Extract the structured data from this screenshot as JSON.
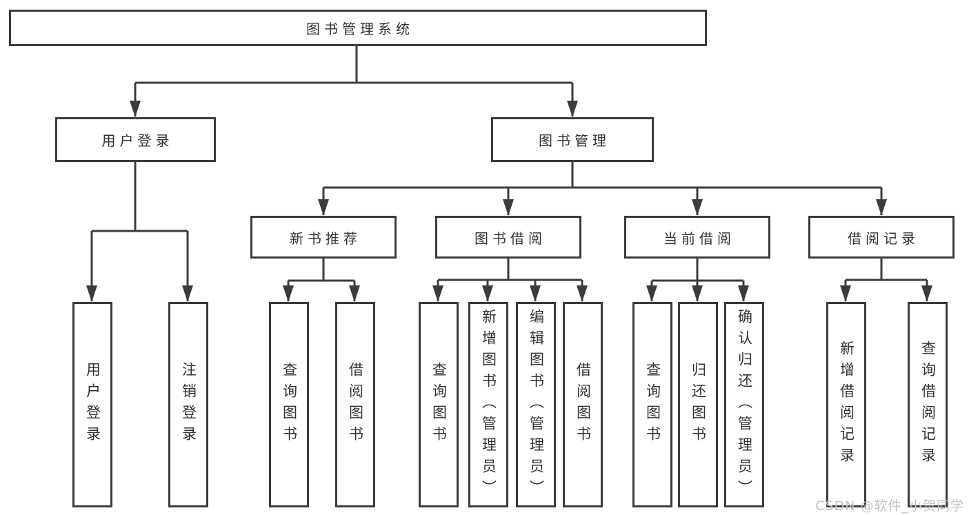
{
  "diagram": {
    "root": {
      "label": "图书管理系统",
      "children": [
        {
          "label": "用户登录",
          "children": [
            {
              "label": "用户登录"
            },
            {
              "label": "注销登录"
            }
          ]
        },
        {
          "label": "图书管理",
          "children": [
            {
              "label": "新书推荐",
              "children": [
                {
                  "label": "查询图书"
                },
                {
                  "label": "借阅图书"
                }
              ]
            },
            {
              "label": "图书借阅",
              "children": [
                {
                  "label": "查询图书"
                },
                {
                  "label": "新增图书（管理员）"
                },
                {
                  "label": "编辑图书（管理员）"
                },
                {
                  "label": "借阅图书"
                }
              ]
            },
            {
              "label": "当前借阅",
              "children": [
                {
                  "label": "查询图书"
                },
                {
                  "label": "归还图书"
                },
                {
                  "label": "确认归还（管理员）"
                }
              ]
            },
            {
              "label": "借阅记录",
              "children": [
                {
                  "label": "新增借阅记录"
                },
                {
                  "label": "查询借阅记录"
                }
              ]
            }
          ]
        }
      ]
    }
  },
  "watermark": {
    "text": "CSDN @软件_小贺同学"
  },
  "colors": {
    "line": "#3b3b3b",
    "box_border": "#3b3b3b",
    "text": "#333333",
    "background": "#ffffff",
    "watermark": "#c3c3c3"
  }
}
